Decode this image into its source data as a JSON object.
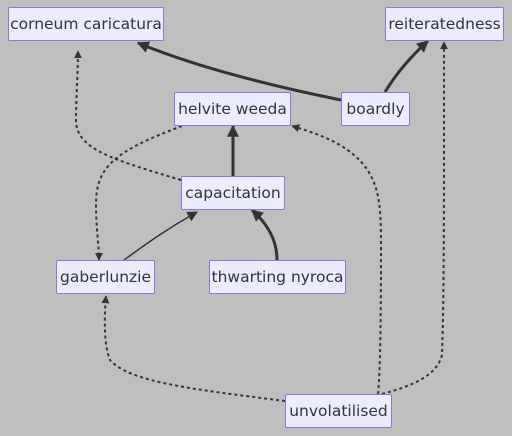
{
  "nodes": {
    "corneum_caricatura": "corneum caricatura",
    "reiteratedness": "reiteratedness",
    "helvite_weeda": "helvite weeda",
    "boardly": "boardly",
    "capacitation": "capacitation",
    "gaberlunzie": "gaberlunzie",
    "thwarting_nyroca": "thwarting nyroca",
    "unvolatilised": "unvolatilised"
  },
  "edges": [
    {
      "from": "boardly",
      "to": "corneum caricatura",
      "style": "thick"
    },
    {
      "from": "boardly",
      "to": "reiteratedness",
      "style": "thick"
    },
    {
      "from": "capacitation",
      "to": "helvite weeda",
      "style": "thick"
    },
    {
      "from": "capacitation",
      "to": "corneum caricatura",
      "style": "dotted"
    },
    {
      "from": "helvite weeda",
      "to": "gaberlunzie",
      "style": "dotted"
    },
    {
      "from": "gaberlunzie",
      "to": "capacitation",
      "style": "normal"
    },
    {
      "from": "thwarting nyroca",
      "to": "capacitation",
      "style": "thick"
    },
    {
      "from": "unvolatilised",
      "to": "gaberlunzie",
      "style": "dotted"
    },
    {
      "from": "unvolatilised",
      "to": "helvite weeda",
      "style": "dotted"
    },
    {
      "from": "unvolatilised",
      "to": "reiteratedness",
      "style": "dotted"
    }
  ],
  "colors": {
    "background": "#bfbfbf",
    "node_fill": "#ececff",
    "node_border": "#9370db",
    "edge": "#333333",
    "text": "#333333"
  }
}
